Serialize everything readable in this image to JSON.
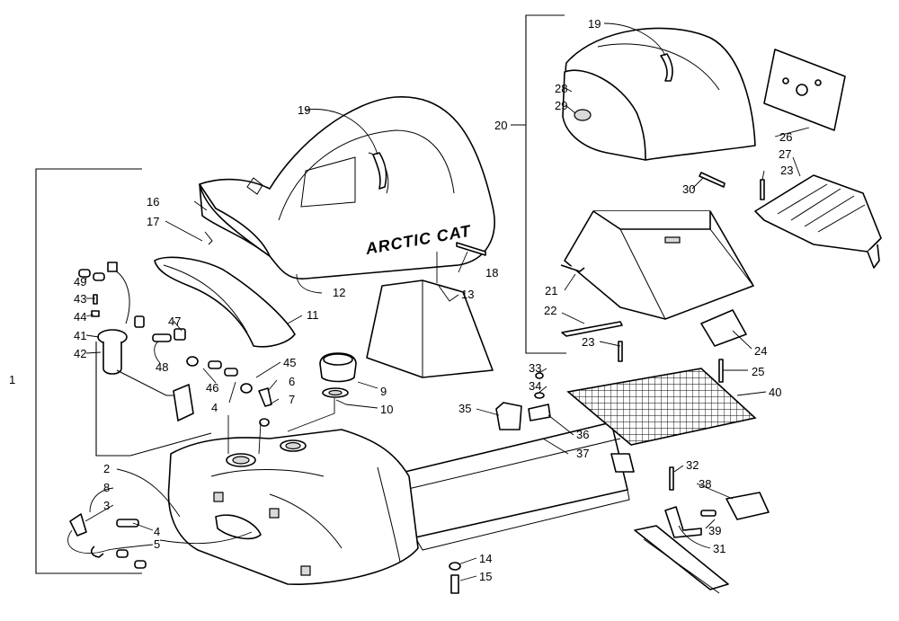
{
  "brand_text": "ARCTIC CAT",
  "callouts": [
    "1",
    "2",
    "3",
    "4",
    "4",
    "5",
    "6",
    "7",
    "8",
    "9",
    "10",
    "11",
    "12",
    "13",
    "14",
    "15",
    "16",
    "17",
    "18",
    "19",
    "19",
    "20",
    "21",
    "22",
    "23",
    "23",
    "24",
    "25",
    "26",
    "27",
    "28",
    "29",
    "30",
    "31",
    "32",
    "33",
    "34",
    "35",
    "36",
    "37",
    "38",
    "39",
    "40",
    "41",
    "42",
    "43",
    "44",
    "45",
    "46",
    "47",
    "48",
    "49"
  ]
}
